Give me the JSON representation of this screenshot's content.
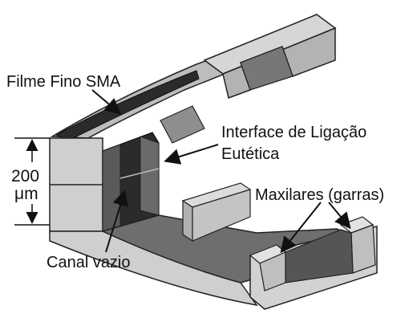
{
  "labels": {
    "thin_film": "Filme Fino SMA",
    "interface_line1": "Interface de Ligação",
    "interface_line2": "Eutética",
    "dimension_value": "200",
    "dimension_unit": "μm",
    "jaws": "Maxilares (garras)",
    "empty_channel": "Canal vazio"
  },
  "colors": {
    "face_light": "#cfcfcf",
    "face_mid": "#a9a9a9",
    "face_dark": "#555555",
    "cavity": "#2b2b2b",
    "outline": "#222222"
  }
}
